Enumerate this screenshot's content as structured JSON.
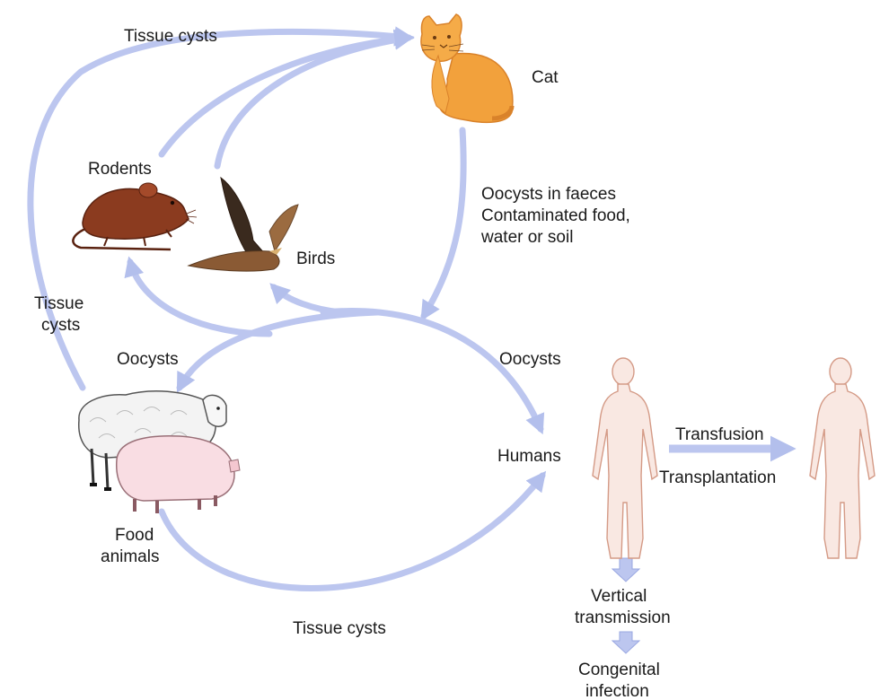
{
  "labels": {
    "tissue_cysts_top": "Tissue cysts",
    "cat": "Cat",
    "rodents": "Rodents",
    "birds": "Birds",
    "oocysts_faeces_1": "Oocysts in faeces",
    "oocysts_faeces_2": "Contaminated food,",
    "oocysts_faeces_3": "water or soil",
    "tissue_cysts_left_1": "Tissue",
    "tissue_cysts_left_2": "cysts",
    "oocysts_left": "Oocysts",
    "oocysts_right": "Oocysts",
    "humans": "Humans",
    "transfusion": "Transfusion",
    "transplantation": "Transplantation",
    "food_animals_1": "Food",
    "food_animals_2": "animals",
    "tissue_cysts_bottom": "Tissue cysts",
    "vertical_1": "Vertical",
    "vertical_2": "transmission",
    "congenital_1": "Congenital",
    "congenital_2": "infection"
  },
  "colors": {
    "arrow": "#b9c4ee",
    "arrow_stroke": "#9aa8e2",
    "cat": "#f0a03a",
    "rodent": "#8a3a1e",
    "bird": "#6b4a2e",
    "sheep": "#f4f4f4",
    "pig": "#f7dde2",
    "human": "#f8e6df"
  },
  "icons": [
    "cat-icon",
    "rodent-icon",
    "bird-icon",
    "sheep-icon",
    "pig-icon",
    "human-figure-icon"
  ]
}
